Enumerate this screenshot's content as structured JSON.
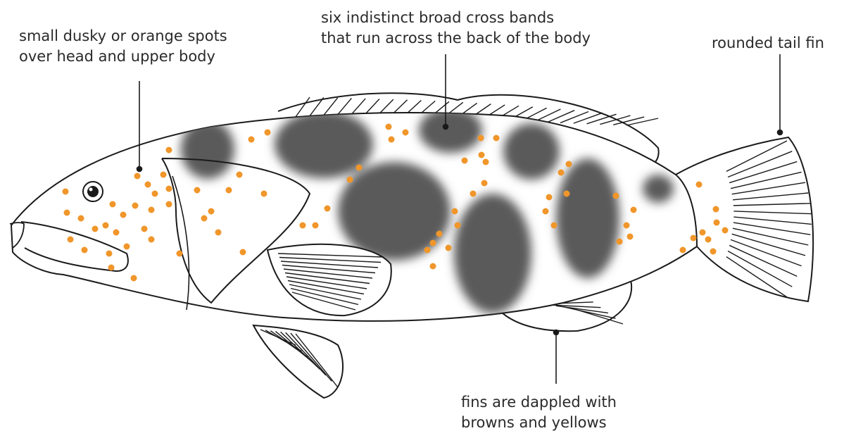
{
  "annotations": {
    "spots": {
      "line1": "small dusky or orange spots",
      "line2": "over head and upper body"
    },
    "bands": {
      "line1": "six indistinct broad cross bands",
      "line2": "that run across the back of the body"
    },
    "tail": {
      "line1": "rounded tail fin"
    },
    "fins": {
      "line1": "fins are dappled with",
      "line2": "browns and yellows"
    }
  },
  "colors": {
    "outline": "#1a1a1a",
    "blotch": "#5a5a5a",
    "spot": "#f0962a",
    "text": "#2a2a2a",
    "background": "#ffffff"
  }
}
